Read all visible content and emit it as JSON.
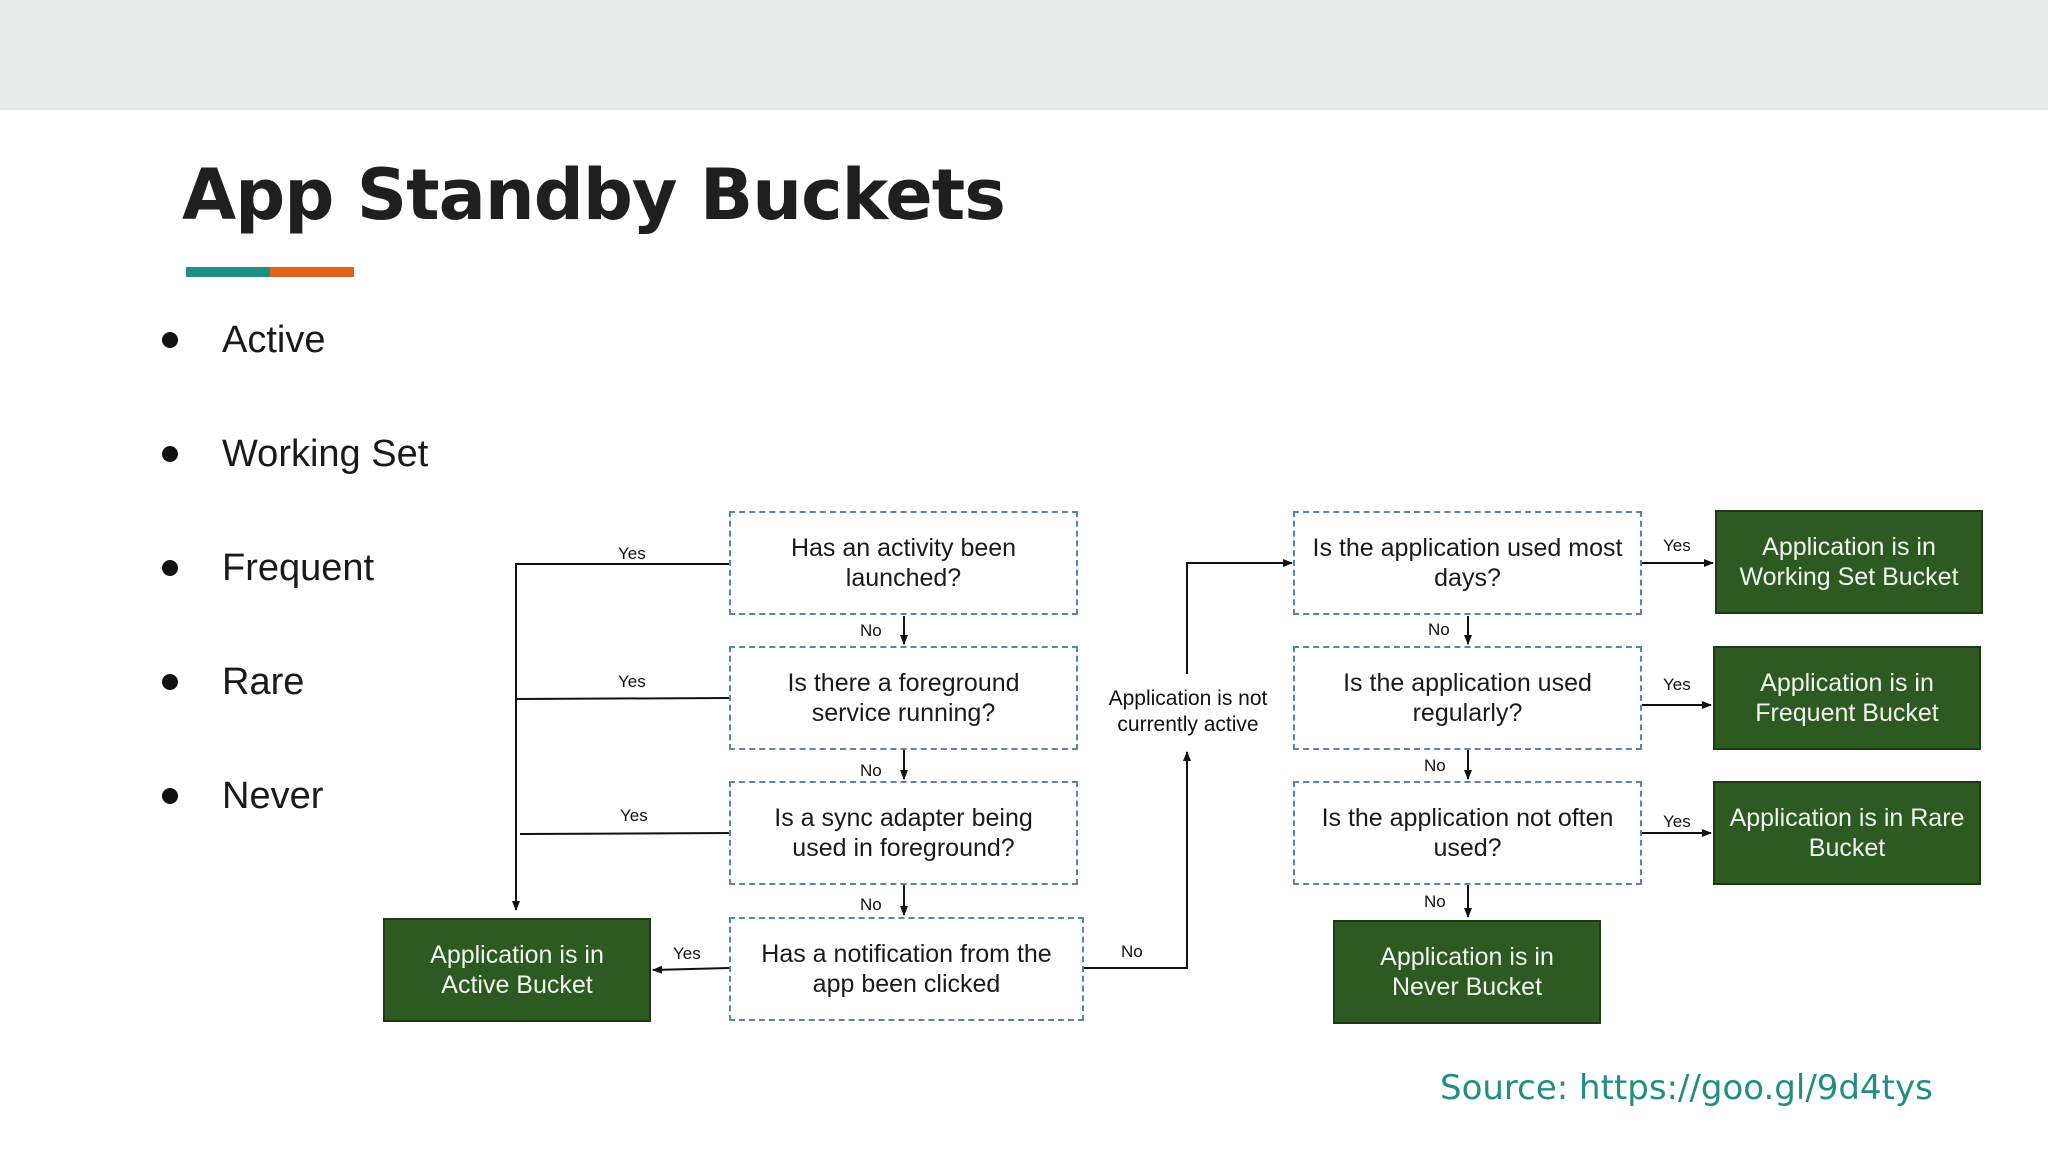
{
  "title": "App Standby Buckets",
  "colors": {
    "accent_teal": "#1e8f88",
    "accent_orange": "#e0621b",
    "bucket_green": "#2c5a20",
    "dashed_blue": "#5b82b5",
    "source_teal": "#208e84"
  },
  "bullets": [
    "Active",
    "Working Set",
    "Frequent",
    "Rare",
    "Never"
  ],
  "questions": {
    "activity_launched": "Has an activity been launched?",
    "foreground_service": "Is there a foreground service running?",
    "sync_adapter": "Is a sync adapter being used in foreground?",
    "notification_clicked": "Has a notification from the app been clicked",
    "used_most_days": "Is the application used most days?",
    "used_regularly": "Is the application used regularly?",
    "not_often_used": "Is the application not often used?"
  },
  "buckets": {
    "active": "Application is in Active Bucket",
    "working_set": "Application is in Working Set Bucket",
    "frequent": "Application is in Frequent Bucket",
    "rare": "Application is in Rare Bucket",
    "never": "Application is in Never Bucket"
  },
  "edge_labels": {
    "yes": "Yes",
    "no": "No"
  },
  "not_active_note": "Application is not currently active",
  "source": "Source: https://goo.gl/9d4tys"
}
